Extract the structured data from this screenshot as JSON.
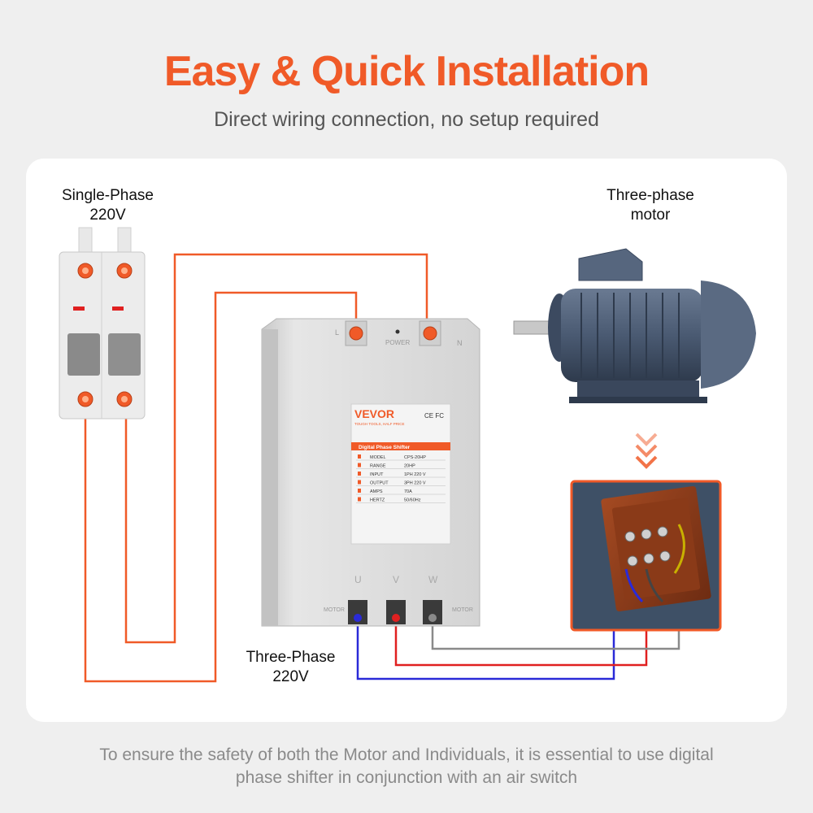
{
  "header": {
    "title": "Easy & Quick Installation",
    "subtitle": "Direct wiring connection, no setup required"
  },
  "labels": {
    "single_phase_line1": "Single-Phase",
    "single_phase_line2": "220V",
    "three_phase_motor_line1": "Three-phase",
    "three_phase_motor_line2": "motor",
    "three_phase_out_line1": "Three-Phase",
    "three_phase_out_line2": "220V"
  },
  "device": {
    "brand": "VEVOR",
    "tagline": "TOUGH TOOLS, HALF PRICE",
    "product_name": "Digital Phase Shifter",
    "cert": "CE FC",
    "terminal_top_left": "L",
    "terminal_top_right": "N",
    "power_label": "POWER",
    "terminal_u": "U",
    "terminal_v": "V",
    "terminal_w": "W",
    "motor_left": "MOTOR",
    "motor_right": "MOTOR",
    "specs": [
      {
        "key": "MODEL",
        "value": "CPS-20HP"
      },
      {
        "key": "RANGE",
        "value": "20HP"
      },
      {
        "key": "INPUT",
        "value": "1PH 220 V"
      },
      {
        "key": "OUTPUT",
        "value": "3PH 220 V"
      },
      {
        "key": "AMPS",
        "value": "70A"
      },
      {
        "key": "HERTZ",
        "value": "50/60Hz"
      }
    ]
  },
  "footer": {
    "line1": "To ensure the safety of both the Motor and Individuals, it is essential to use digital",
    "line2": "phase shifter in conjunction with an air switch"
  },
  "colors": {
    "accent": "#f05a28",
    "wire_orange": "#f05a28",
    "wire_red": "#e02020",
    "wire_blue": "#2a2ad8",
    "wire_gray": "#8a8a8a",
    "motor_body": "#4a5a70"
  }
}
